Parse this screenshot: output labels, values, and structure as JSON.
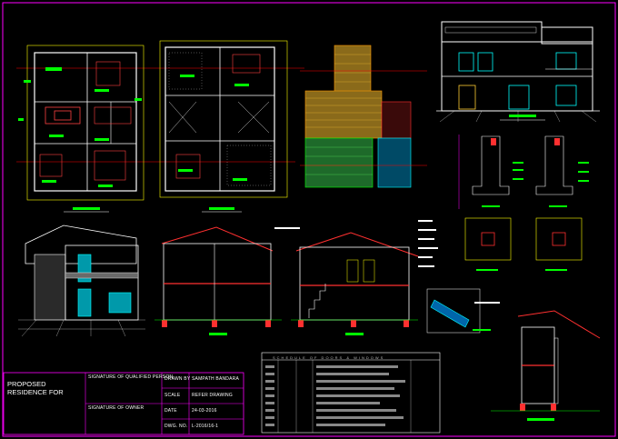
{
  "title_block": {
    "project_title": "PROPOSED RESIDENCE FOR",
    "signature_qualified_label": "SIGNATURE OF QUALIFIED PERSON",
    "signature_owner_label": "SIGNATURE OF OWNER",
    "drawn_by_label": "DRAWN BY",
    "drawn_by_value": "SAMPATH BANDARA",
    "scale_label": "SCALE",
    "scale_value": "REFER DRAWING",
    "date_label": "DATE",
    "date_value": "24-03-2016",
    "dwg_no_label": "DWG. NO.",
    "dwg_no_value": "L-2016/16-1"
  },
  "schedule": {
    "title": "SCHEDULE OF DOORS & WINDOWS"
  },
  "colors": {
    "background": "#000000",
    "line_white": "#ffffff",
    "label_green": "#00ff00",
    "frame_magenta": "#ff00ff",
    "dim_yellow": "#ffff00",
    "wall_red": "#ff3030",
    "glass_cyan": "#00ffff",
    "stair_orange": "#ff9900"
  }
}
